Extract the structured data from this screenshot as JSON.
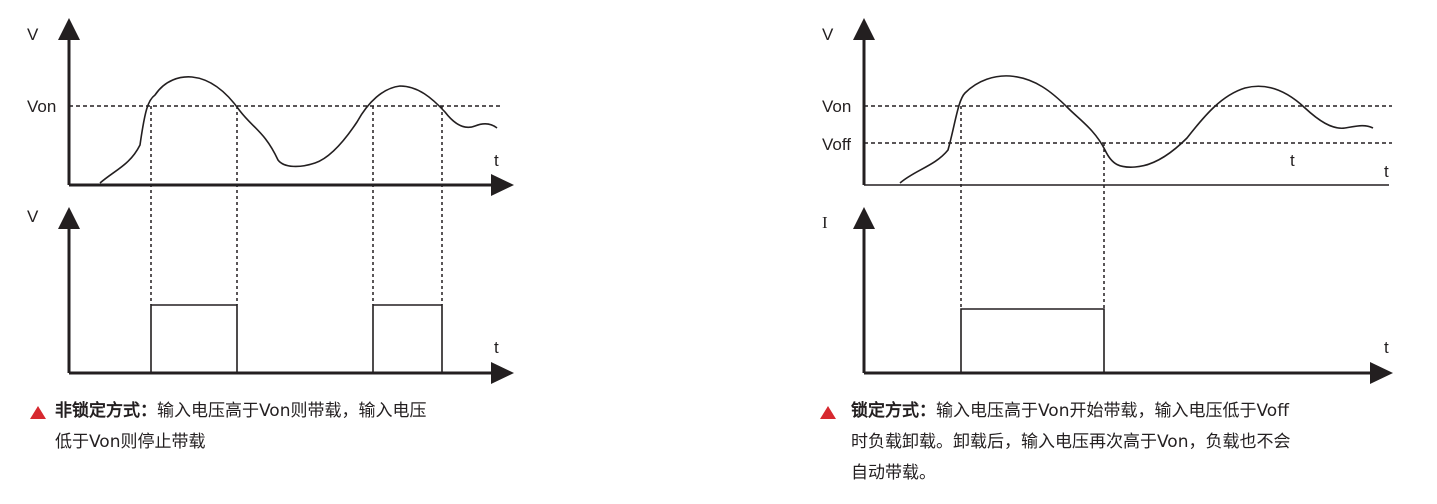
{
  "left": {
    "top_chart": {
      "y_label": "V",
      "von_label": "Von",
      "t_label": "t"
    },
    "bottom_chart": {
      "y_label": "V",
      "t_label": "t"
    },
    "caption": {
      "title": "非锁定方式：",
      "line1": "输入电压高于Von则带载，输入电压",
      "line2": "低于Von则停止带载"
    }
  },
  "right": {
    "top_chart": {
      "y_label": "V",
      "von_label": "Von",
      "voff_label": "Voff",
      "t_label": "t",
      "t_label_inner": "t"
    },
    "bottom_chart": {
      "y_label": "I",
      "t_label": "t"
    },
    "caption": {
      "title": "锁定方式：",
      "line1": "输入电压高于Von开始带载，输入电压低于Voff",
      "line2": "时负载卸载。卸载后，输入电压再次高于Von，负载也不会",
      "line3": "自动带载。"
    }
  },
  "colors": {
    "line": "#231f20",
    "accent": "#d7282f"
  }
}
